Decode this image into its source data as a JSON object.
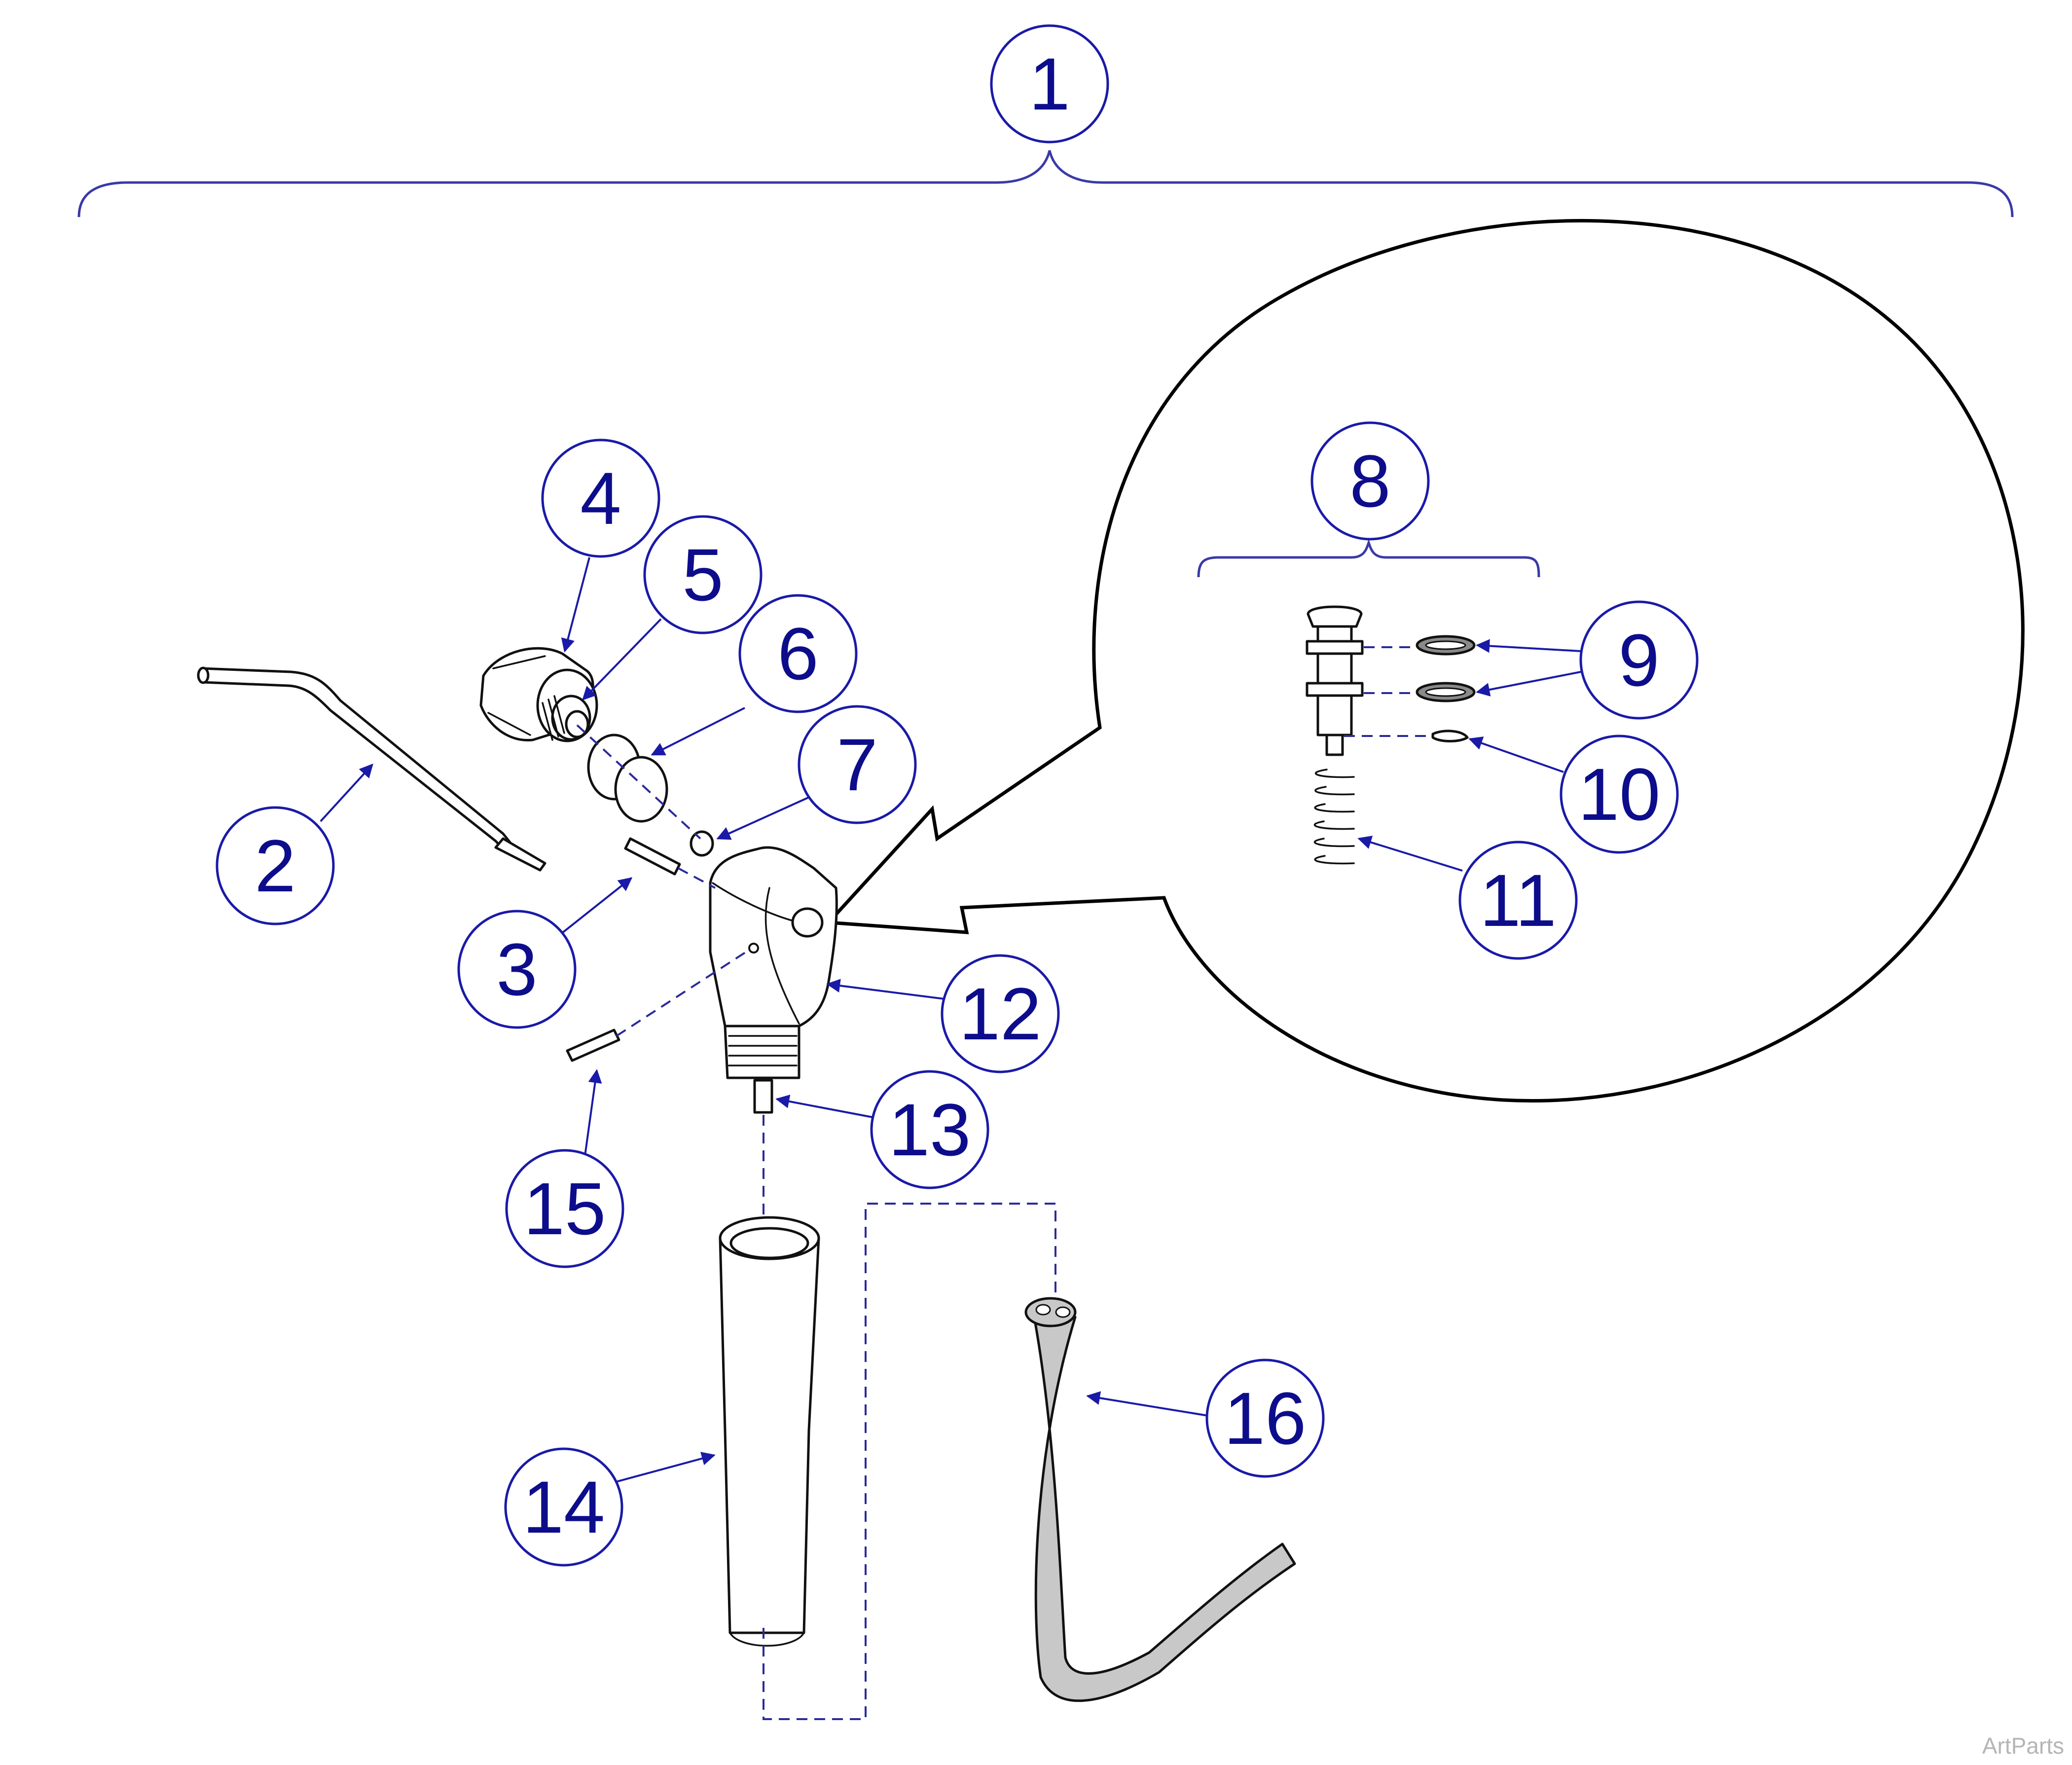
{
  "callouts": [
    {
      "id": "1",
      "label": "1"
    },
    {
      "id": "2",
      "label": "2"
    },
    {
      "id": "3",
      "label": "3"
    },
    {
      "id": "4",
      "label": "4"
    },
    {
      "id": "5",
      "label": "5"
    },
    {
      "id": "6",
      "label": "6"
    },
    {
      "id": "7",
      "label": "7"
    },
    {
      "id": "8",
      "label": "8"
    },
    {
      "id": "9",
      "label": "9"
    },
    {
      "id": "10",
      "label": "10"
    },
    {
      "id": "11",
      "label": "11"
    },
    {
      "id": "12",
      "label": "12"
    },
    {
      "id": "13",
      "label": "13"
    },
    {
      "id": "14",
      "label": "14"
    },
    {
      "id": "15",
      "label": "15"
    },
    {
      "id": "16",
      "label": "16"
    }
  ],
  "watermark": "ArtParts",
  "colors": {
    "callout": "#1a1aa8",
    "linework": "#111111",
    "hose": "#c8c8c8"
  }
}
